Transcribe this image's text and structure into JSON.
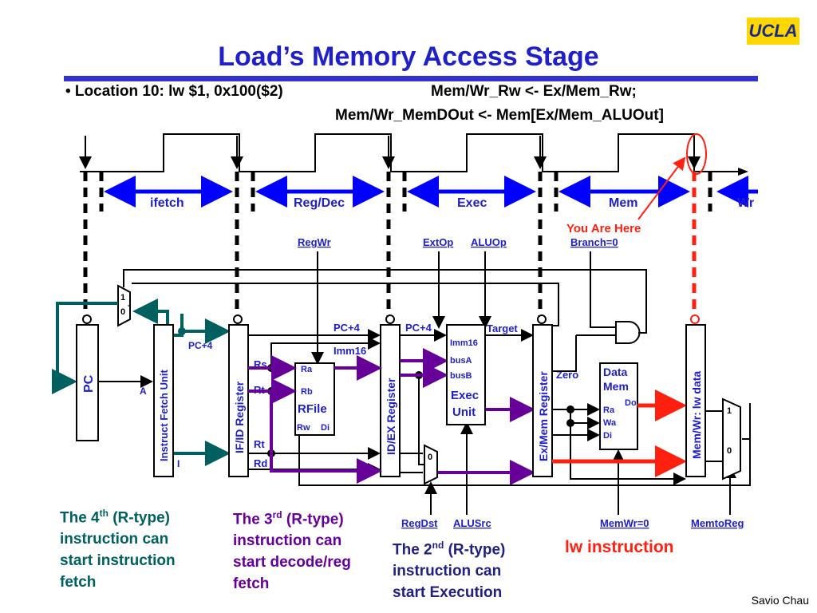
{
  "header": {
    "title": "Load’s Memory Access Stage",
    "logo_text": "UCLA"
  },
  "bullet": {
    "left": "•  Location 10: lw $1, 0x100($2)",
    "rtl_1": "Mem/Wr_Rw <- Ex/Mem_Rw;",
    "rtl_2": "Mem/Wr_MemDOut <- Mem[Ex/Mem_ALUOut]"
  },
  "stages": [
    "ifetch",
    "Reg/Dec",
    "Exec",
    "Mem",
    "Wr"
  ],
  "you_are_here": "You Are Here",
  "control": {
    "regwr": "RegWr",
    "extop": "ExtOp",
    "aluop": "ALUOp",
    "branch": "Branch=0",
    "regdst": "RegDst",
    "alusrc": "ALUSrc",
    "memwr": "MemWr=0",
    "memtoreg": "MemtoReg"
  },
  "blocks": {
    "pc": "PC",
    "ifu": "Instruct Fetch Unit",
    "ifid": "IF/ID Register",
    "rfile_ra": "Ra",
    "rfile_rb": "Rb",
    "rfile_name": "RFile",
    "rfile_rw": "Rw",
    "rfile_di": "Di",
    "idex": "ID/EX Register",
    "exec_imm16": "Imm16",
    "exec_busa": "busA",
    "exec_busb": "busB",
    "exec_name1": "Exec",
    "exec_name2": "Unit",
    "exmem": "Ex/Mem Register",
    "mem_name1": "Data",
    "mem_name2": "Mem",
    "mem_ra": "Ra",
    "mem_wa": "Wa",
    "mem_di": "Di",
    "mem_do": "Do",
    "memwr_reg": "Mem/Wr: lw data"
  },
  "wires": {
    "mux1": "1",
    "mux0": "0",
    "pc4_a": "PC+4",
    "a_label": "A",
    "i_label": "I",
    "rs": "Rs",
    "rt": "Rt",
    "rt2": "Rt",
    "rd": "Rd",
    "imm16": "Imm16",
    "pc4_b": "PC+4",
    "pc4_c": "PC+4",
    "target": "Target",
    "zero": "Zero",
    "mux_b0": "0",
    "wmux1": "1",
    "wmux0": "0"
  },
  "notes": {
    "n4_a": "The 4",
    "n4_sup": "th",
    "n4_b": " (R-type)",
    "n4_c": "instruction can",
    "n4_d": "start instruction",
    "n4_e": "fetch",
    "n3_a": "The 3",
    "n3_sup": "rd",
    "n3_b": " (R-type)",
    "n3_c": "instruction can",
    "n3_d": "start decode/reg",
    "n3_e": "fetch",
    "n2_a": "The 2",
    "n2_sup": "nd",
    "n2_b": " (R-type)",
    "n2_c": "instruction can",
    "n2_d": "start Execution",
    "lw": "lw instruction"
  },
  "credit": "Savio Chau",
  "colors": {
    "title": "#2020c8",
    "teal": "#006060",
    "purple": "#660099",
    "red": "#ff2010",
    "blue_arrow": "#0000ff"
  }
}
